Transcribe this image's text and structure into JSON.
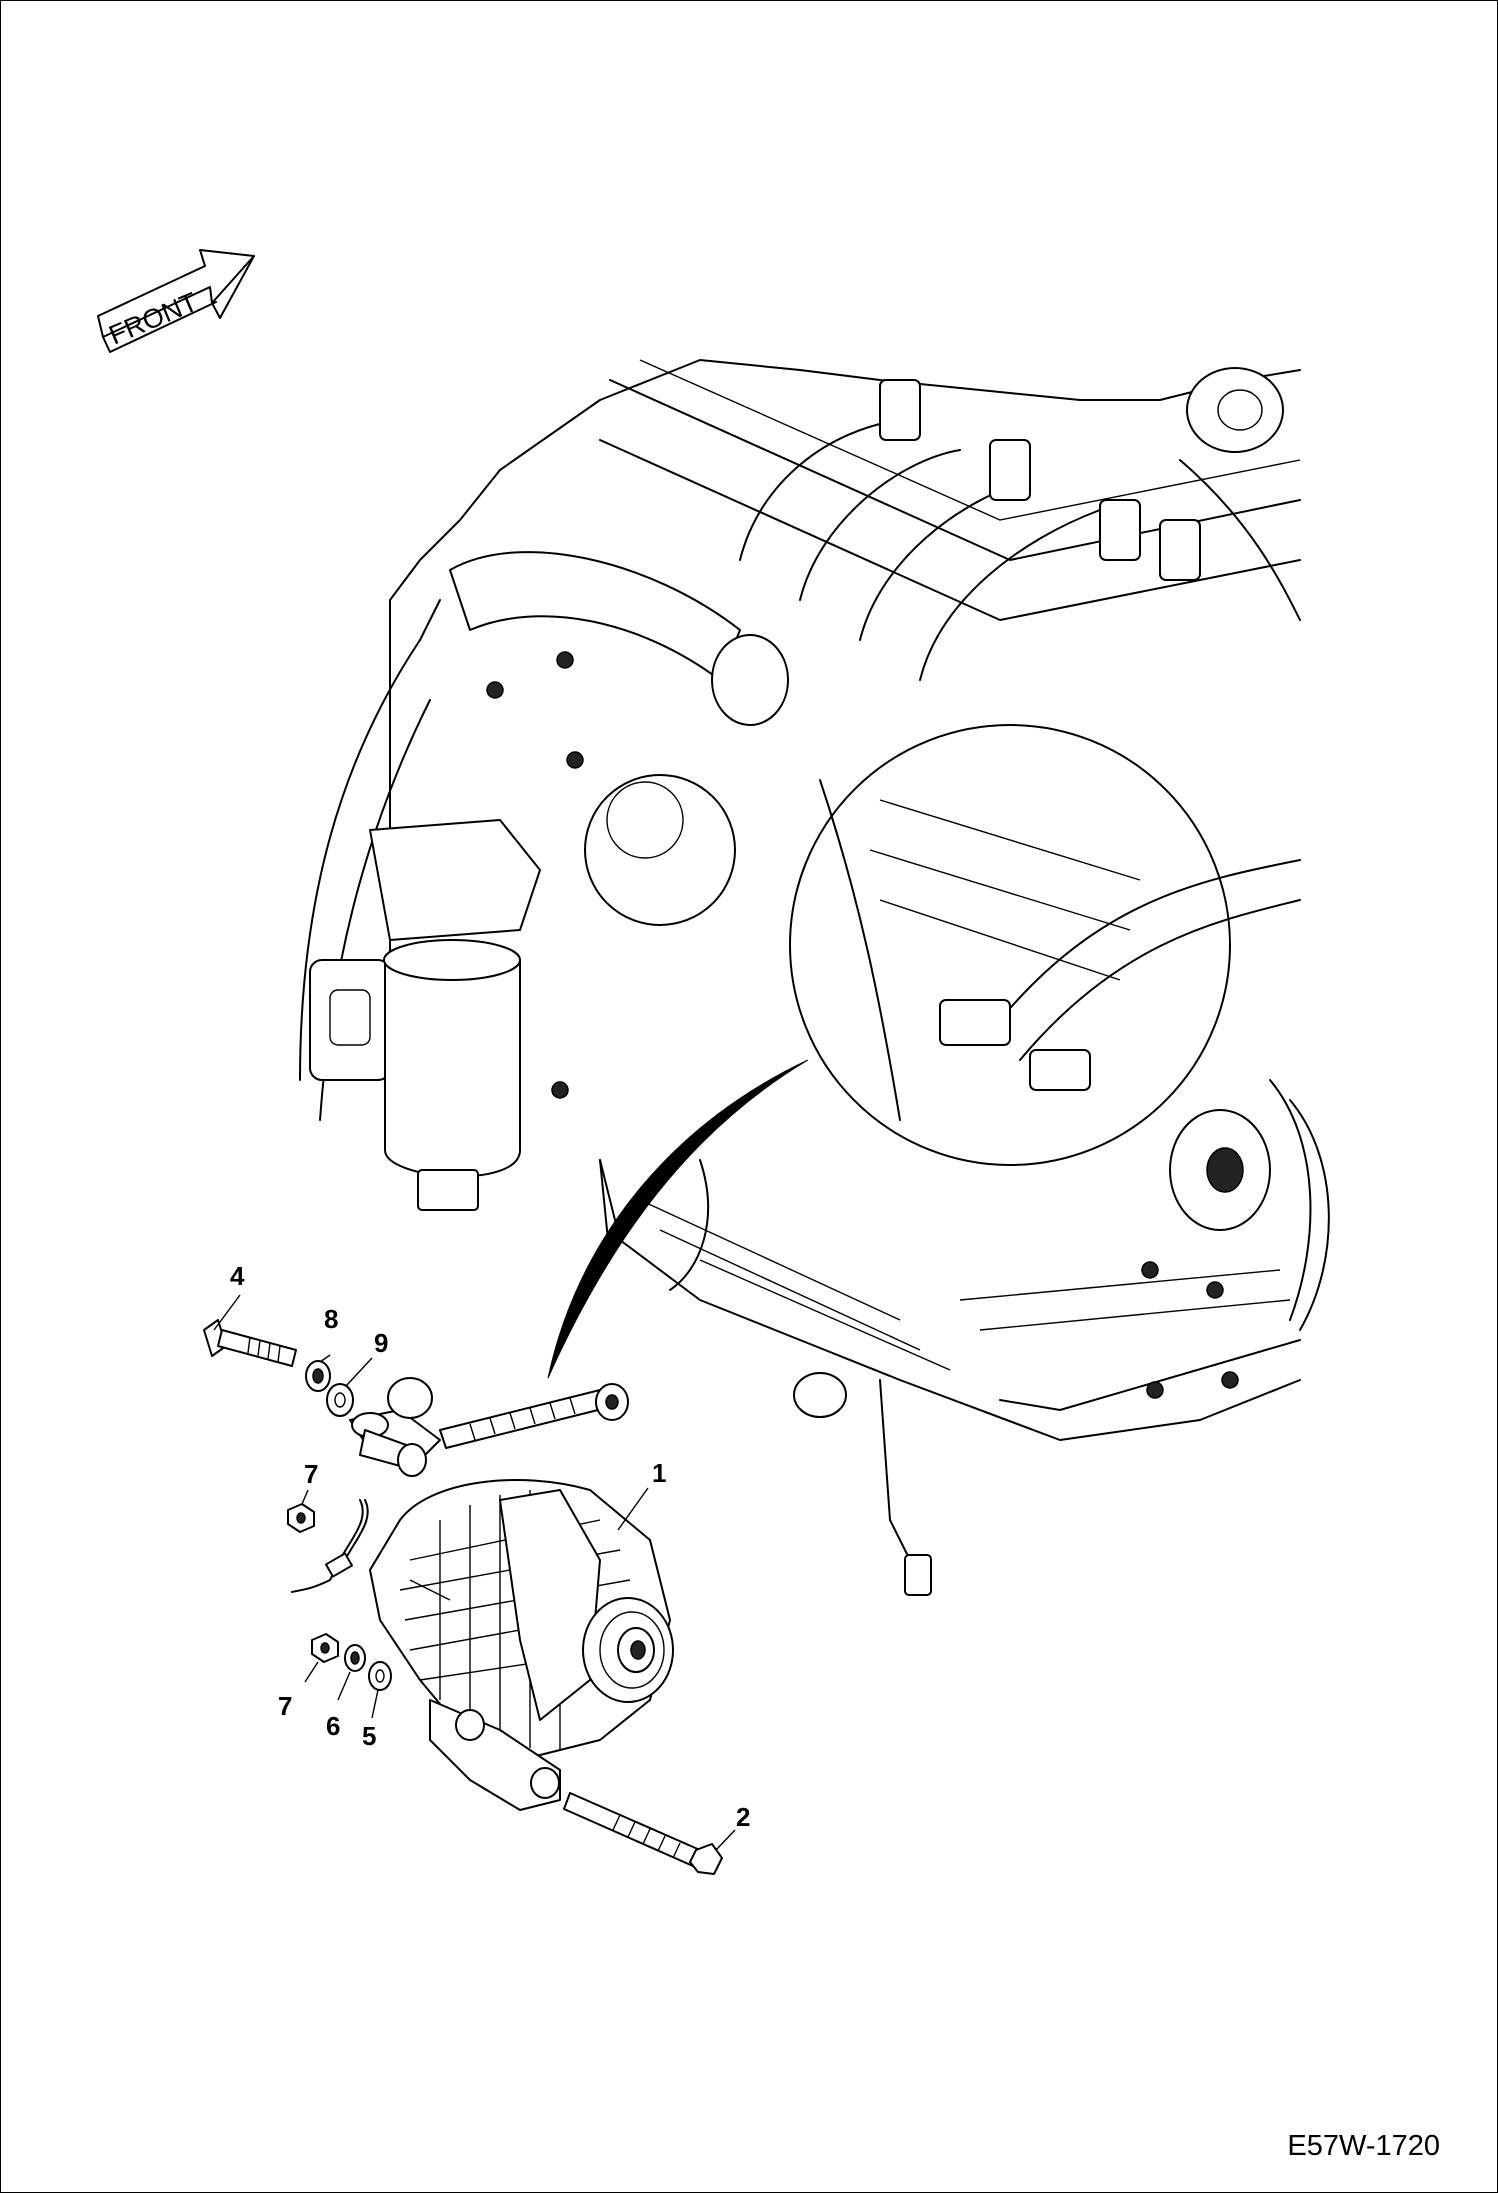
{
  "front_label": "FRONT",
  "figure_id": "E57W-1720",
  "callouts": [
    {
      "id": "c1",
      "text": "1"
    },
    {
      "id": "c2",
      "text": "2"
    },
    {
      "id": "c4",
      "text": "4"
    },
    {
      "id": "c5",
      "text": "5"
    },
    {
      "id": "c6",
      "text": "6"
    },
    {
      "id": "c7a",
      "text": "7"
    },
    {
      "id": "c7b",
      "text": "7"
    },
    {
      "id": "c8",
      "text": "8"
    },
    {
      "id": "c9",
      "text": "9"
    }
  ]
}
